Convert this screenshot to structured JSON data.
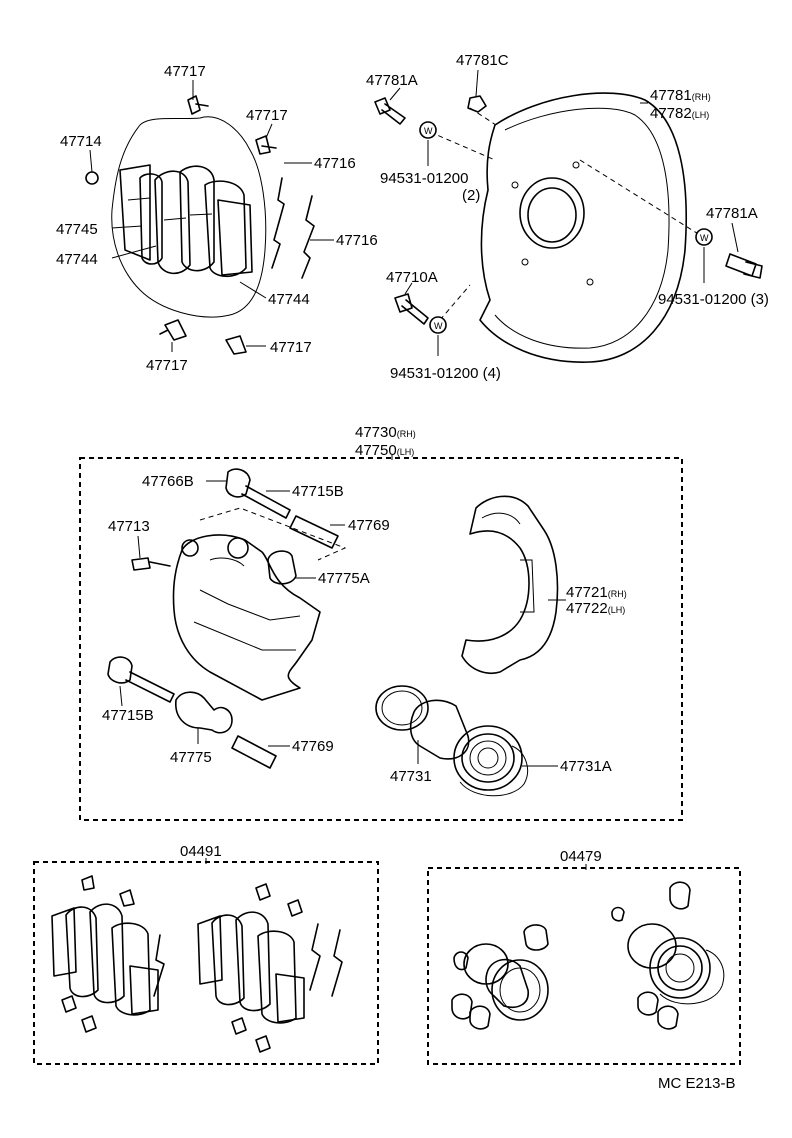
{
  "labels": {
    "p47717_a": "47717",
    "p47717_b": "47717",
    "p47717_c": "47717",
    "p47717_d": "47717",
    "p47714": "47714",
    "p47716_a": "47716",
    "p47716_b": "47716",
    "p47745": "47745",
    "p47744_a": "47744",
    "p47744_b": "47744",
    "p47781A_a": "47781A",
    "p47781C": "47781C",
    "p47781": "47781",
    "p47781_suffix": "(RH)",
    "p47782": "47782",
    "p47782_suffix": "(LH)",
    "p94531_a": "94531-01200",
    "p94531_a_qty": "(2)",
    "p47781A_b": "47781A",
    "p94531_b": "94531-01200 (3)",
    "p47710A": "47710A",
    "p94531_c": "94531-01200 (4)",
    "p47730": "47730",
    "p47730_suffix": "(RH)",
    "p47750": "47750",
    "p47750_suffix": "(LH)",
    "p47766B": "47766B",
    "p47715B_a": "47715B",
    "p47769_a": "47769",
    "p47713": "47713",
    "p47775A": "47775A",
    "p47721": "47721",
    "p47721_suffix": "(RH)",
    "p47722": "47722",
    "p47722_suffix": "(LH)",
    "p47715B_b": "47715B",
    "p47775": "47775",
    "p47769_b": "47769",
    "p47731": "47731",
    "p47731A": "47731A",
    "p04491": "04491",
    "p04479": "04479"
  },
  "washer_mark": "W",
  "footer": {
    "code": "MC E213-B"
  }
}
